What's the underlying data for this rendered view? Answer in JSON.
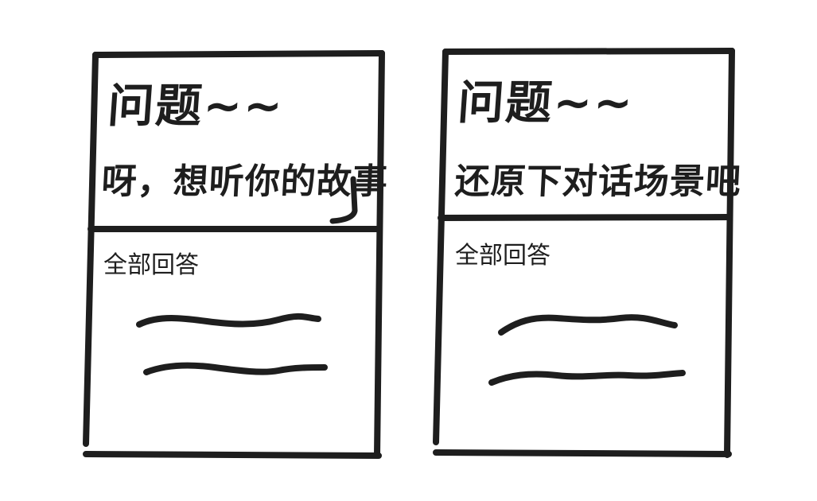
{
  "cards": [
    {
      "title": "问题~~",
      "question": "呀，想听你的故事",
      "answers_label": "全部回答",
      "answer_placeholder_lines": 2
    },
    {
      "title": "问题~~",
      "question": "还原下对话场景吧",
      "answers_label": "全部回答",
      "answer_placeholder_lines": 2
    }
  ],
  "colors": {
    "ink": "#1e1e1e",
    "background": "#ffffff"
  }
}
